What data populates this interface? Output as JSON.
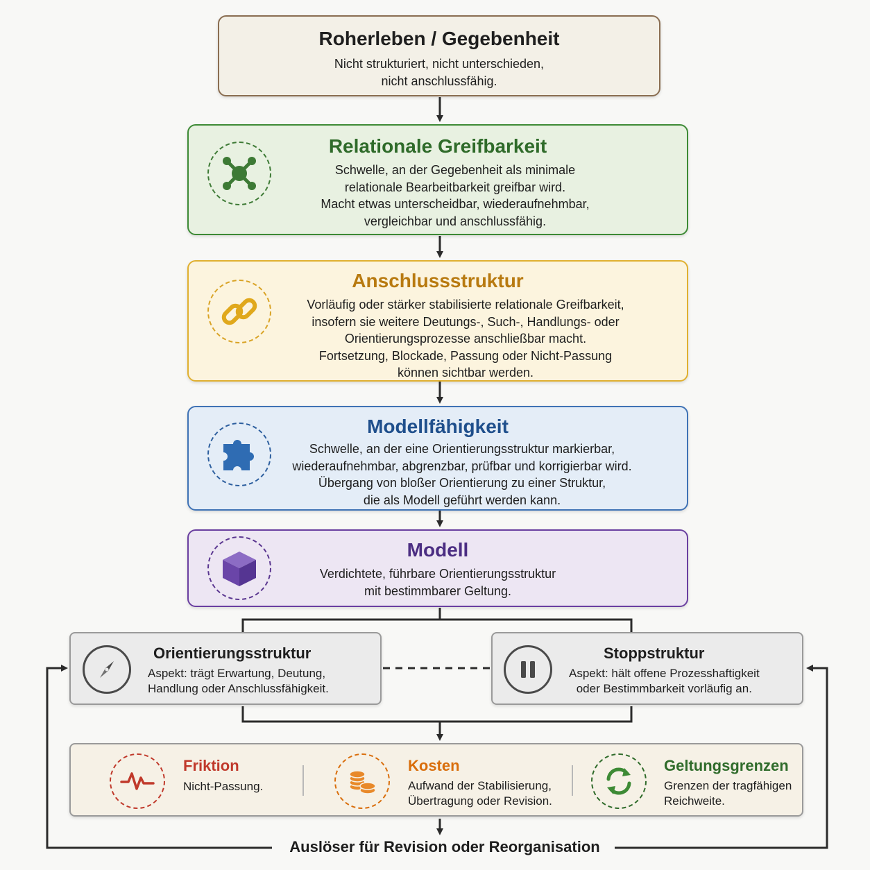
{
  "levels": {
    "raw": {
      "title": "Roherleben / Gegebenheit",
      "lines": [
        "Nicht strukturiert, nicht unterschieden,",
        "nicht anschlussfähig."
      ]
    },
    "relational": {
      "title": "Relationale Greifbarkeit",
      "icon": "network-nodes-icon",
      "color": "#2f6b2a",
      "lines": [
        "Schwelle, an der Gegebenheit als minimale",
        "relationale Bearbeitbarkeit greifbar wird.",
        "Macht etwas unterscheidbar, wiederaufnehmbar,",
        "vergleichbar und anschlussfähig."
      ]
    },
    "anschluss": {
      "title": "Anschlussstruktur",
      "icon": "chain-link-icon",
      "color": "#b87a10",
      "lines": [
        "Vorläufig oder stärker stabilisierte relationale Greifbarkeit,",
        "insofern sie weitere Deutungs-, Such-, Handlungs- oder",
        "Orientierungsprozesse anschließbar macht.",
        "Fortsetzung, Blockade, Passung oder Nicht-Passung",
        "können sichtbar werden."
      ]
    },
    "modellfaehigkeit": {
      "title": "Modellfähigkeit",
      "icon": "puzzle-piece-icon",
      "color": "#1f4f8c",
      "lines": [
        "Schwelle, an der eine Orientierungsstruktur markierbar,",
        "wiederaufnehmbar, abgrenzbar, prüfbar und korrigierbar wird.",
        "Übergang von bloßer Orientierung zu einer Struktur,",
        "die als Modell geführt werden kann."
      ]
    },
    "modell": {
      "title": "Modell",
      "icon": "cube-icon",
      "color": "#4b2d82",
      "lines": [
        "Verdichtete, führbare Orientierungsstruktur",
        "mit bestimmbarer Geltung."
      ]
    }
  },
  "aspects": {
    "orientierung": {
      "title": "Orientierungsstruktur",
      "icon": "compass-icon",
      "lines": [
        "Aspekt: trägt Erwartung, Deutung,",
        "Handlung oder Anschlussfähigkeit."
      ]
    },
    "stopp": {
      "title": "Stoppstruktur",
      "icon": "pause-icon",
      "lines": [
        "Aspekt: hält offene Prozesshaftigkeit",
        "oder Bestimmbarkeit vorläufig an."
      ]
    }
  },
  "limits": [
    {
      "title": "Friktion",
      "icon": "heartbeat-icon",
      "color": "#c0392b",
      "lines": [
        "Nicht-Passung."
      ]
    },
    {
      "title": "Kosten",
      "icon": "coins-icon",
      "color": "#d96e0c",
      "lines": [
        "Aufwand der Stabilisierung,",
        "Übertragung oder Revision."
      ]
    },
    {
      "title": "Geltungsgrenzen",
      "icon": "refresh-cycle-icon",
      "color": "#2f6b2a",
      "lines": [
        "Grenzen der tragfähigen",
        "Reichweite."
      ]
    }
  ],
  "feedback_label": "Auslöser für Revision oder Reorganisation"
}
